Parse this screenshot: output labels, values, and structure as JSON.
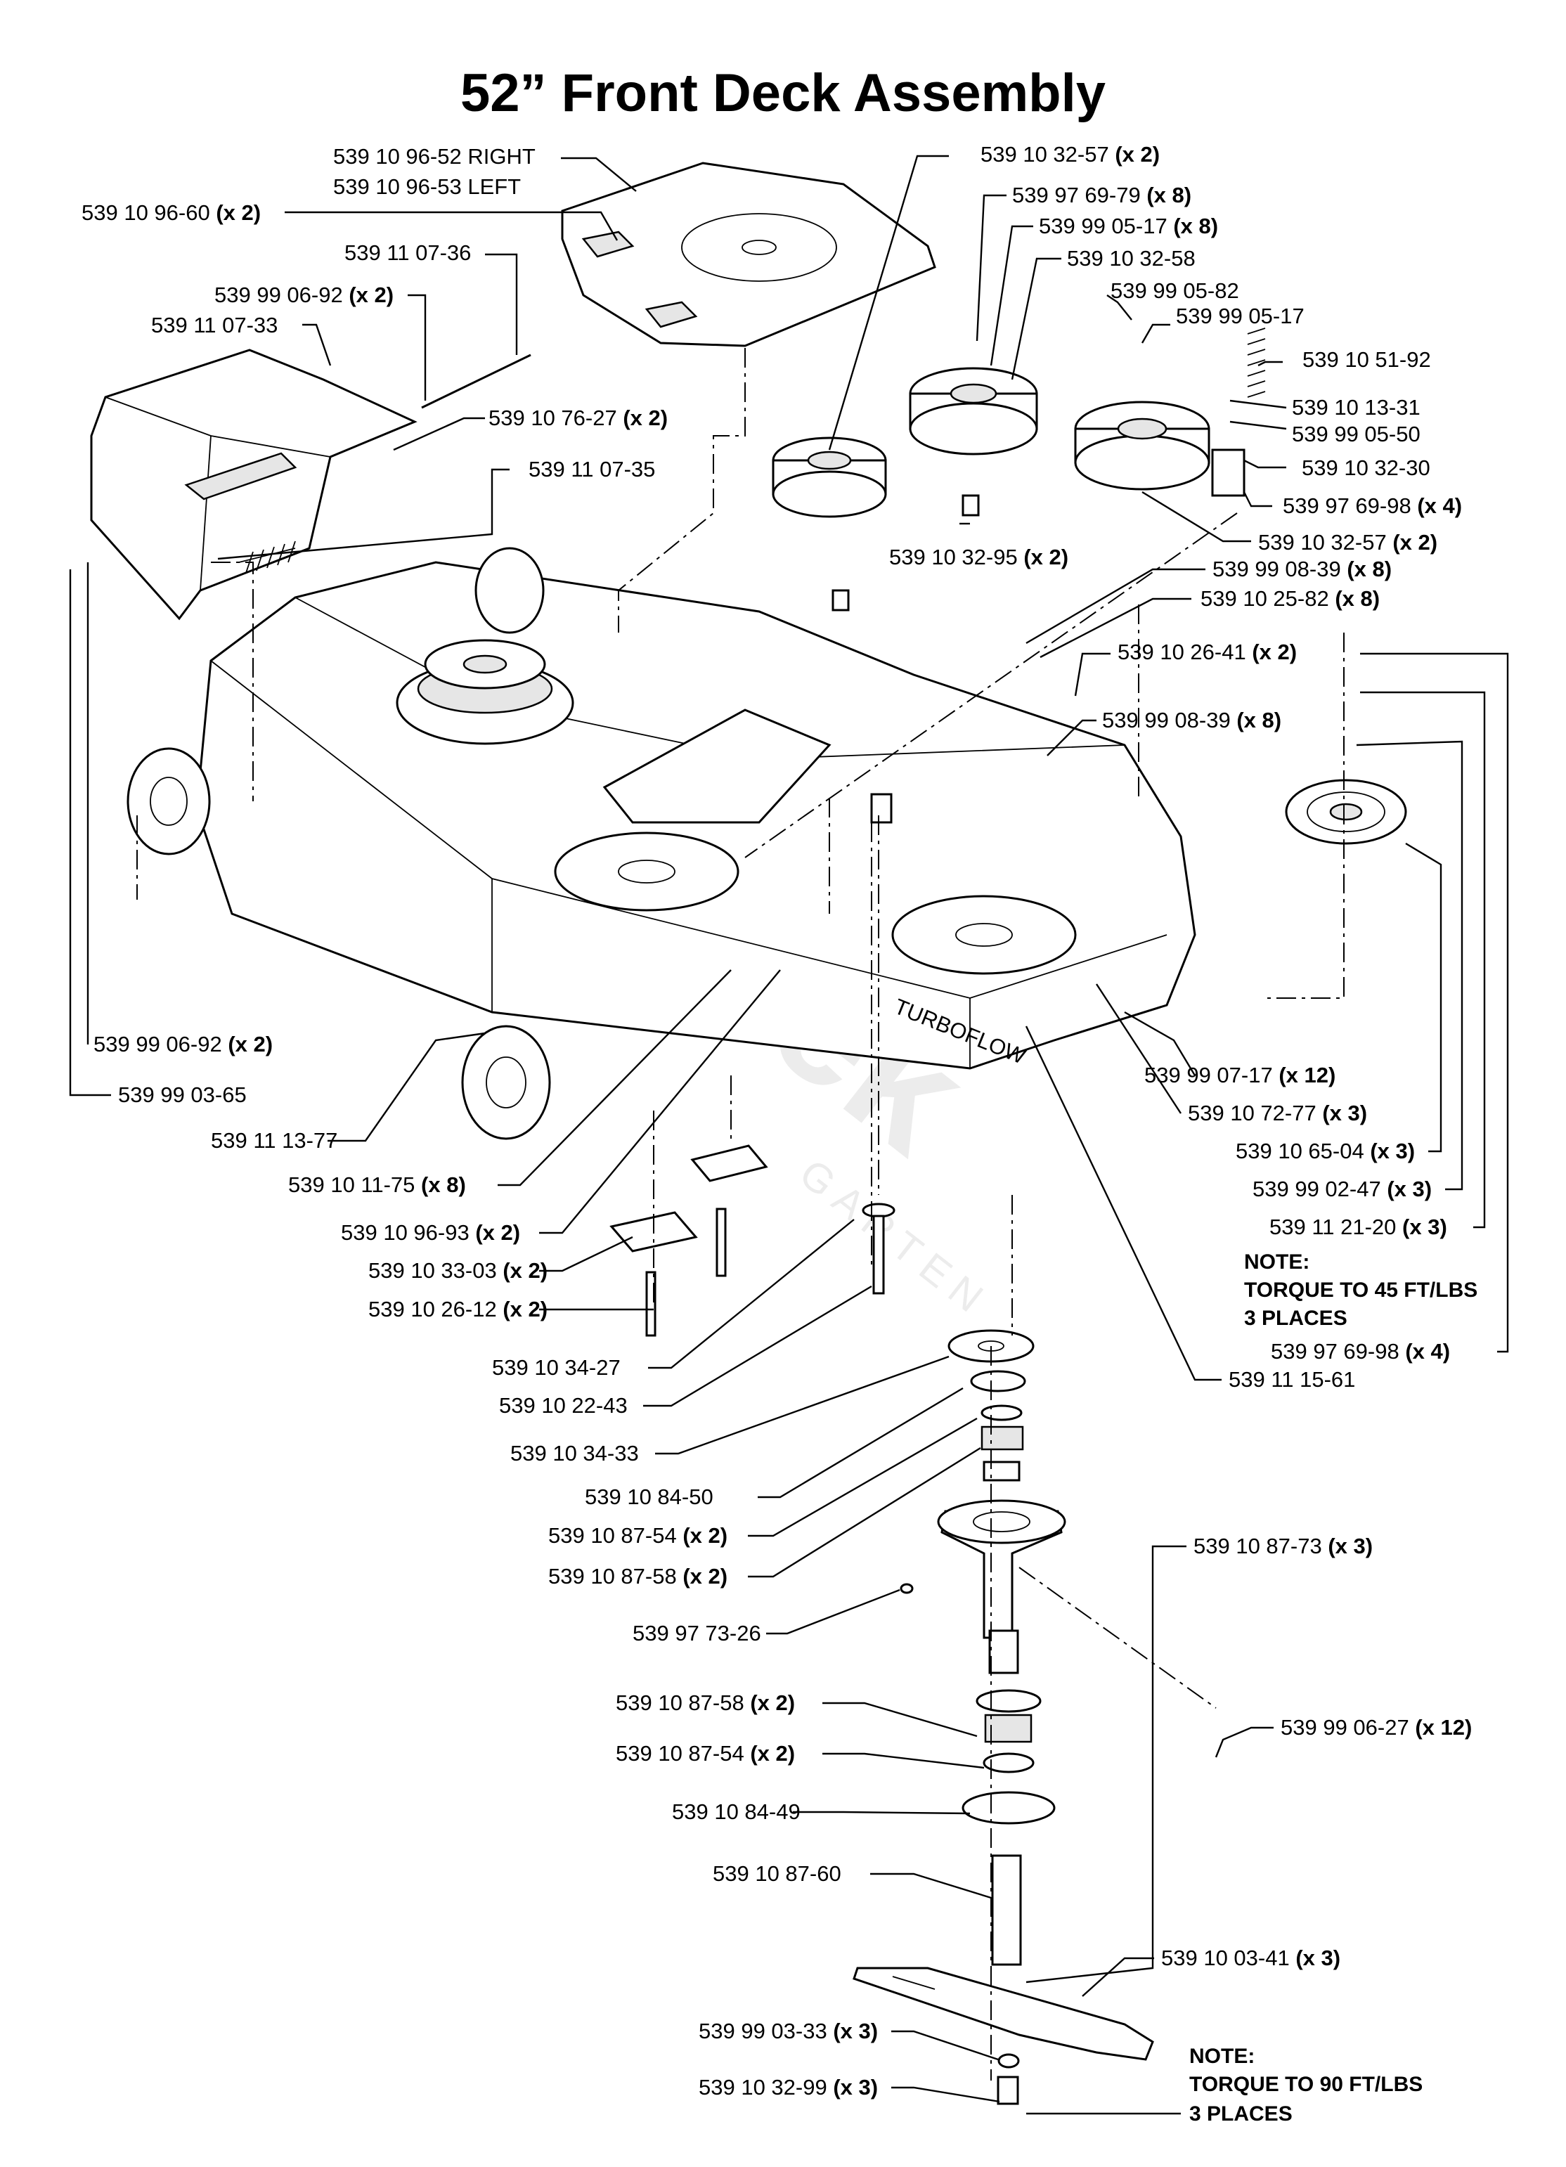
{
  "title": "52” Front Deck Assembly",
  "watermark": {
    "brand": "Seitzek",
    "sub": "GARTEN"
  },
  "labels": [
    {
      "id": "p01",
      "part": "539 10 96-52 RIGHT",
      "qty": ""
    },
    {
      "id": "p02",
      "part": "539 10 96-53 LEFT",
      "qty": ""
    },
    {
      "id": "p03",
      "part": "539 10 96-60",
      "qty": "(x 2)"
    },
    {
      "id": "p04",
      "part": "539 11 07-36",
      "qty": ""
    },
    {
      "id": "p05",
      "part": "539 99 06-92",
      "qty": "(x 2)"
    },
    {
      "id": "p06",
      "part": "539 11 07-33",
      "qty": ""
    },
    {
      "id": "p07",
      "part": "539 10 76-27",
      "qty": "(x 2)"
    },
    {
      "id": "p08",
      "part": "539 11 07-35",
      "qty": ""
    },
    {
      "id": "p09",
      "part": "539 10 32-57",
      "qty": "(x 2)"
    },
    {
      "id": "p10",
      "part": "539 97 69-79",
      "qty": "(x 8)"
    },
    {
      "id": "p11",
      "part": "539 99 05-17",
      "qty": "(x 8)"
    },
    {
      "id": "p12",
      "part": "539 10 32-58",
      "qty": ""
    },
    {
      "id": "p13",
      "part": "539 99 05-82",
      "qty": ""
    },
    {
      "id": "p14",
      "part": "539 99 05-17",
      "qty": ""
    },
    {
      "id": "p15",
      "part": "539 10 51-92",
      "qty": ""
    },
    {
      "id": "p16",
      "part": "539 10 13-31",
      "qty": ""
    },
    {
      "id": "p17",
      "part": "539 99 05-50",
      "qty": ""
    },
    {
      "id": "p18",
      "part": "539 10 32-30",
      "qty": ""
    },
    {
      "id": "p19",
      "part": "539 97 69-98",
      "qty": "(x 4)"
    },
    {
      "id": "p20",
      "part": "539 10 32-57",
      "qty": "(x 2)"
    },
    {
      "id": "p21",
      "part": "539 10 32-95",
      "qty": "(x 2)"
    },
    {
      "id": "p22",
      "part": "539 99 08-39",
      "qty": "(x 8)"
    },
    {
      "id": "p23",
      "part": "539 10 25-82",
      "qty": "(x 8)"
    },
    {
      "id": "p24",
      "part": "539 10 26-41",
      "qty": "(x 2)"
    },
    {
      "id": "p25",
      "part": "539 99 08-39",
      "qty": "(x 8)"
    },
    {
      "id": "p26",
      "part": "539 99 06-92",
      "qty": "(x 2)"
    },
    {
      "id": "p27",
      "part": "539 99 03-65",
      "qty": ""
    },
    {
      "id": "p28",
      "part": "539 11 13-77",
      "qty": ""
    },
    {
      "id": "p29",
      "part": "539 10 11-75",
      "qty": "(x 8)"
    },
    {
      "id": "p30",
      "part": "539 10 96-93",
      "qty": "(x 2)"
    },
    {
      "id": "p31",
      "part": "539 10 33-03",
      "qty": "(x 2)"
    },
    {
      "id": "p32",
      "part": "539 10 26-12",
      "qty": "(x 2)"
    },
    {
      "id": "p33",
      "part": "539 99 07-17",
      "qty": "(x 12)"
    },
    {
      "id": "p34",
      "part": "539 10 72-77",
      "qty": "(x 3)"
    },
    {
      "id": "p35",
      "part": "539 10 65-04",
      "qty": "(x 3)"
    },
    {
      "id": "p36",
      "part": "539 99 02-47",
      "qty": "(x 3)"
    },
    {
      "id": "p37",
      "part": "539 11 21-20",
      "qty": "(x 3)"
    },
    {
      "id": "p38",
      "part": "539 97 69-98",
      "qty": "(x 4)"
    },
    {
      "id": "p39",
      "part": "539 11 15-61",
      "qty": ""
    },
    {
      "id": "p40",
      "part": "539 10 34-27",
      "qty": ""
    },
    {
      "id": "p41",
      "part": "539 10 22-43",
      "qty": ""
    },
    {
      "id": "p42",
      "part": "539 10 34-33",
      "qty": ""
    },
    {
      "id": "p43",
      "part": "539 10 84-50",
      "qty": ""
    },
    {
      "id": "p44",
      "part": "539 10 87-54",
      "qty": "(x 2)"
    },
    {
      "id": "p45",
      "part": "539 10 87-58",
      "qty": "(x 2)"
    },
    {
      "id": "p46",
      "part": "539 10 87-73",
      "qty": "(x 3)"
    },
    {
      "id": "p47",
      "part": "539 97 73-26",
      "qty": ""
    },
    {
      "id": "p48",
      "part": "539 99 06-27",
      "qty": "(x 12)"
    },
    {
      "id": "p49",
      "part": "539 10 87-58",
      "qty": "(x 2)"
    },
    {
      "id": "p50",
      "part": "539 10 87-54",
      "qty": "(x 2)"
    },
    {
      "id": "p51",
      "part": "539 10 84-49",
      "qty": ""
    },
    {
      "id": "p52",
      "part": "539 10 87-60",
      "qty": ""
    },
    {
      "id": "p53",
      "part": "539 10 03-41",
      "qty": "(x 3)"
    },
    {
      "id": "p54",
      "part": "539 99 03-33",
      "qty": "(x 3)"
    },
    {
      "id": "p55",
      "part": "539 10 32-99",
      "qty": "(x 3)"
    }
  ],
  "notes": [
    {
      "id": "n1",
      "lines": [
        "NOTE:",
        "TORQUE TO 45 FT/LBS",
        "3 PLACES"
      ]
    },
    {
      "id": "n2",
      "lines": [
        "NOTE:",
        "TORQUE TO 90 FT/LBS",
        "3 PLACES"
      ]
    }
  ],
  "deck_decal": "TURBOFLOW"
}
